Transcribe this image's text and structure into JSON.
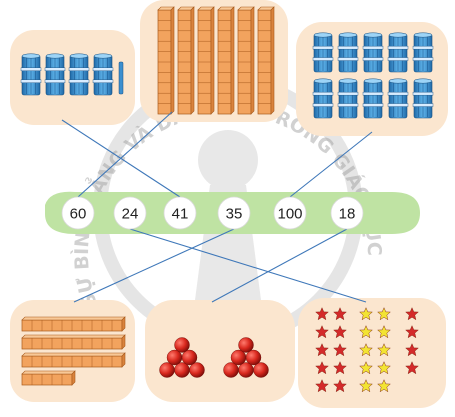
{
  "numbers": [
    "60",
    "24",
    "41",
    "35",
    "100",
    "18"
  ],
  "watermark": "VI SỰ BÌNH ĐẲNG VÀ DÂN CHỦ TRONG GIÁO DỤC",
  "panels": {
    "top_left": {
      "bundles": 4,
      "singles": 1,
      "represents": "41"
    },
    "top_middle": {
      "rods": 6,
      "represents": "60"
    },
    "top_right": {
      "bundles": 10,
      "represents": "100"
    },
    "bottom_left": {
      "rods": 3,
      "singles": 5,
      "represents": "35"
    },
    "bottom_middle": {
      "balls": 12,
      "represents": "18"
    },
    "bottom_right": {
      "stars": 24,
      "represents": "24"
    }
  },
  "matches": [
    {
      "panel": "top_left",
      "number": "41"
    },
    {
      "panel": "top_middle",
      "number": "60"
    },
    {
      "panel": "top_right",
      "number": "100"
    },
    {
      "panel": "bottom_left",
      "number": "35"
    },
    {
      "panel": "bottom_middle",
      "number": "18"
    },
    {
      "panel": "bottom_right",
      "number": "24"
    }
  ],
  "colors": {
    "panel_fill": "#fbe6cf",
    "band_fill": "#bfe3a3",
    "line": "#3f78b9",
    "bundle": "#3b8fcf",
    "rod": "#f2a35e",
    "ball": "#d9281e",
    "star_red": "#d42a2a",
    "star_yellow": "#f3e433"
  }
}
